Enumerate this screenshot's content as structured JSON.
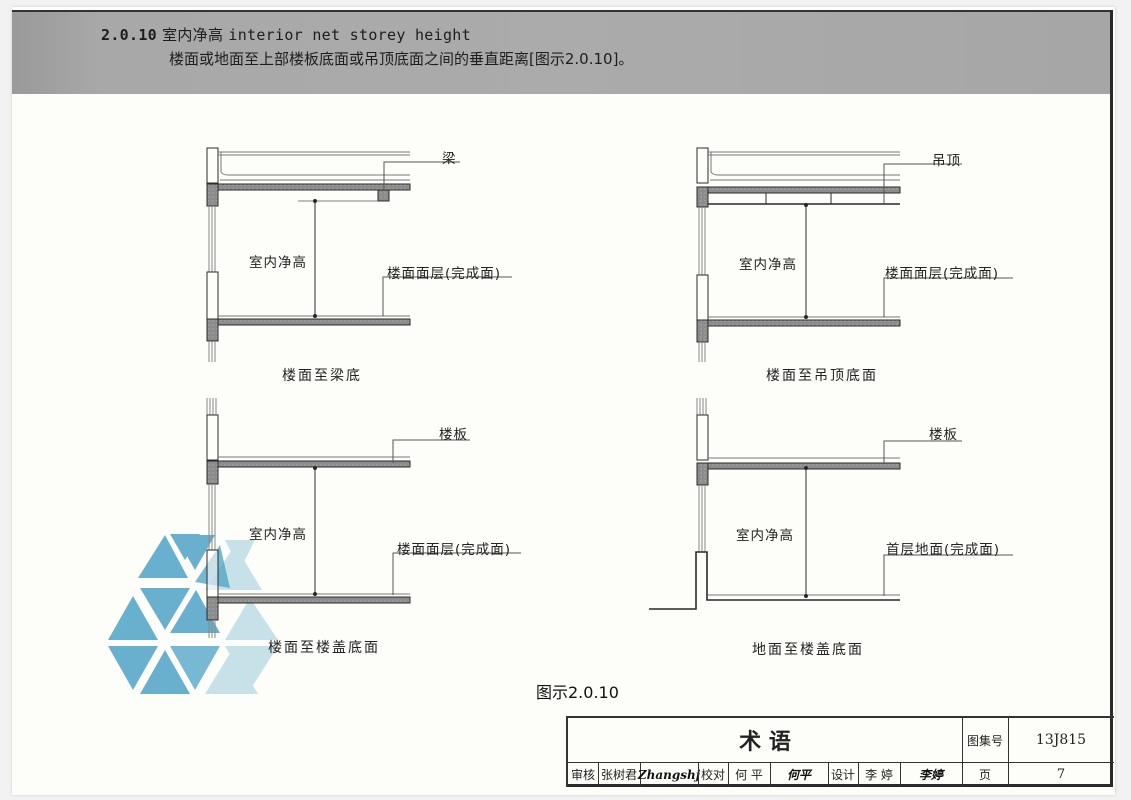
{
  "header": {
    "section_number": "2.0.10",
    "term_cn": "室内净高",
    "term_en": "interior net storey height",
    "definition": "楼面或地面至上部楼板底面或吊顶底面之间的垂直距离[图示2.0.10]。"
  },
  "diagrams": [
    {
      "id": "top-left",
      "top_label": "梁",
      "height_label": "室内净高",
      "floor_label": "楼面面层(完成面)",
      "caption": "楼面至梁底"
    },
    {
      "id": "top-right",
      "top_label": "吊顶",
      "height_label": "室内净高",
      "floor_label": "楼面面层(完成面)",
      "caption": "楼面至吊顶底面"
    },
    {
      "id": "bottom-left",
      "top_label": "楼板",
      "height_label": "室内净高",
      "floor_label": "楼面面层(完成面)",
      "caption": "楼面至楼盖底面"
    },
    {
      "id": "bottom-right",
      "top_label": "楼板",
      "height_label": "室内净高",
      "floor_label": "首层地面(完成面)",
      "caption": "地面至楼盖底面"
    }
  ],
  "figure_caption": "图示2.0.10",
  "title_block": {
    "title": "术 语",
    "atlas_label": "图集号",
    "atlas_number": "13J815",
    "page_label": "页",
    "page_number": "7",
    "review_label": "审核",
    "reviewer": "张树君",
    "reviewer_signature": "Zhangshj",
    "check_label": "校对",
    "checker": "何 平",
    "checker_signature": "何平",
    "design_label": "设计",
    "designer": "李 婷",
    "designer_signature": "李婷"
  },
  "watermark": {
    "color": "#4fa3c7"
  }
}
